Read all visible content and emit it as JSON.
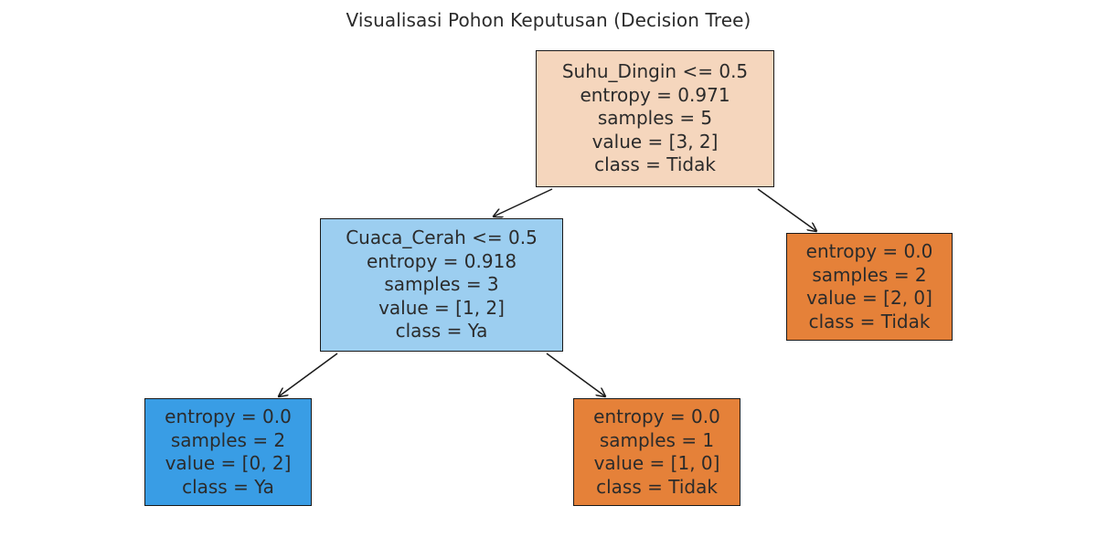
{
  "chart_data": {
    "type": "tree",
    "title": "Visualisasi Pohon Keputusan (Decision Tree)",
    "criterion": "entropy",
    "class_names": [
      "Tidak",
      "Ya"
    ],
    "colors": {
      "background": "#ffffff",
      "text": "#2b2b2b",
      "border": "#1a1a1a",
      "edge": "#1a1a1a",
      "class_tidak_pure": "#e58139",
      "class_tidak_light": "#f5d6bd",
      "class_ya_pure": "#399de5",
      "class_ya_light": "#9ccef0"
    },
    "nodes": [
      {
        "id": "root",
        "role": "root",
        "feature_test": "Suhu_Dingin <= 0.5",
        "entropy": "entropy = 0.971",
        "samples": "samples = 5",
        "value": "value = [3, 2]",
        "class": "class = Tidak",
        "entropy_value": 0.971,
        "samples_value": 5,
        "value_counts": [
          3,
          2
        ],
        "predicted_class": "Tidak",
        "fill": "#f5d6bd"
      },
      {
        "id": "left",
        "role": "internal",
        "feature_test": "Cuaca_Cerah <= 0.5",
        "entropy": "entropy = 0.918",
        "samples": "samples = 3",
        "value": "value = [1, 2]",
        "class": "class = Ya",
        "entropy_value": 0.918,
        "samples_value": 3,
        "value_counts": [
          1,
          2
        ],
        "predicted_class": "Ya",
        "fill": "#9ccef0"
      },
      {
        "id": "right",
        "role": "leaf",
        "feature_test": "",
        "entropy": "entropy = 0.0",
        "samples": "samples = 2",
        "value": "value = [2, 0]",
        "class": "class = Tidak",
        "entropy_value": 0.0,
        "samples_value": 2,
        "value_counts": [
          2,
          0
        ],
        "predicted_class": "Tidak",
        "fill": "#e58139"
      },
      {
        "id": "left_left",
        "role": "leaf",
        "feature_test": "",
        "entropy": "entropy = 0.0",
        "samples": "samples = 2",
        "value": "value = [0, 2]",
        "class": "class = Ya",
        "entropy_value": 0.0,
        "samples_value": 2,
        "value_counts": [
          0,
          2
        ],
        "predicted_class": "Ya",
        "fill": "#399de5"
      },
      {
        "id": "left_right",
        "role": "leaf",
        "feature_test": "",
        "entropy": "entropy = 0.0",
        "samples": "samples = 1",
        "value": "value = [1, 0]",
        "class": "class = Tidak",
        "entropy_value": 0.0,
        "samples_value": 1,
        "value_counts": [
          1,
          0
        ],
        "predicted_class": "Tidak",
        "fill": "#e58139"
      }
    ],
    "edges": [
      {
        "from": "root",
        "to": "left",
        "branch": "True"
      },
      {
        "from": "root",
        "to": "right",
        "branch": "False"
      },
      {
        "from": "left",
        "to": "left_left",
        "branch": "True"
      },
      {
        "from": "left",
        "to": "left_right",
        "branch": "False"
      }
    ]
  },
  "title": "Visualisasi Pohon Keputusan (Decision Tree)",
  "nodes": {
    "root": {
      "feature_test": "Suhu_Dingin <= 0.5",
      "entropy": "entropy = 0.971",
      "samples": "samples = 5",
      "value": "value = [3, 2]",
      "class": "class = Tidak"
    },
    "left": {
      "feature_test": "Cuaca_Cerah <= 0.5",
      "entropy": "entropy = 0.918",
      "samples": "samples = 3",
      "value": "value = [1, 2]",
      "class": "class = Ya"
    },
    "right": {
      "entropy": "entropy = 0.0",
      "samples": "samples = 2",
      "value": "value = [2, 0]",
      "class": "class = Tidak"
    },
    "left_left": {
      "entropy": "entropy = 0.0",
      "samples": "samples = 2",
      "value": "value = [0, 2]",
      "class": "class = Ya"
    },
    "left_right": {
      "entropy": "entropy = 0.0",
      "samples": "samples = 1",
      "value": "value = [1, 0]",
      "class": "class = Tidak"
    }
  }
}
